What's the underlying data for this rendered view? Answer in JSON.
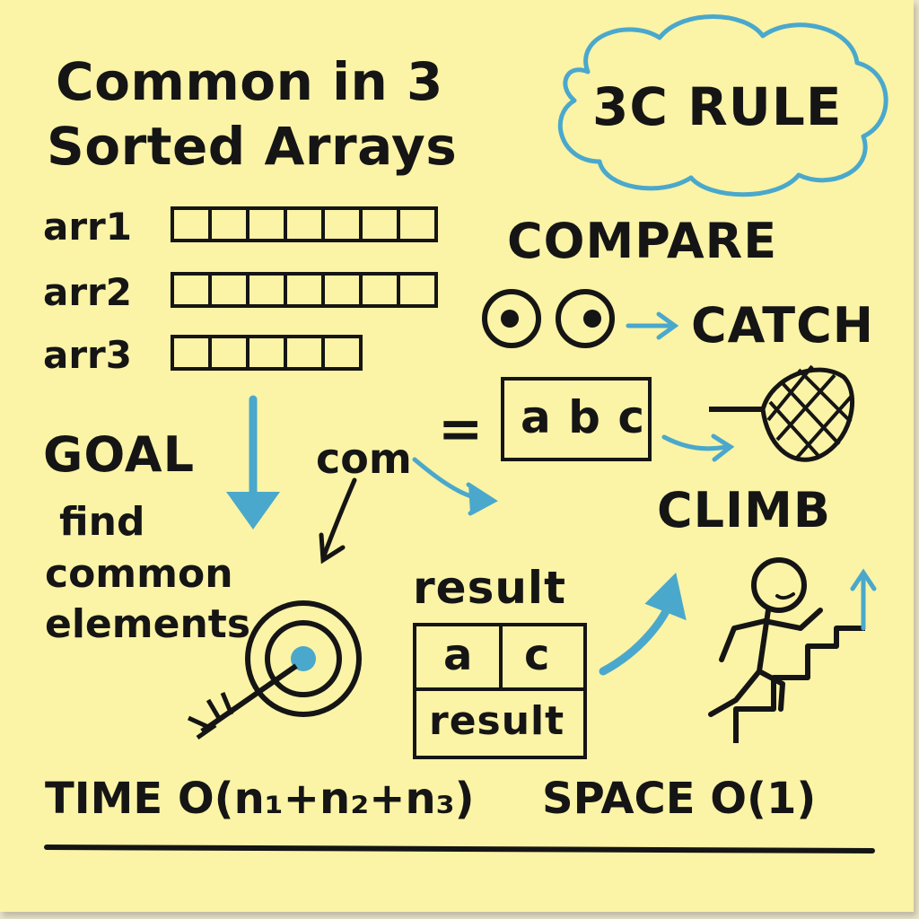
{
  "title": {
    "line1": "Common in 3",
    "line2": "Sorted Arrays"
  },
  "badge": {
    "text": "3C RULE"
  },
  "arrays": [
    {
      "label": "arr1",
      "cells": 7
    },
    {
      "label": "arr2",
      "cells": 7
    },
    {
      "label": "arr3",
      "cells": 5
    }
  ],
  "goal": {
    "heading": "GOAL",
    "line1": "find",
    "line2": "common",
    "line3": "elements"
  },
  "com_label": "com",
  "equals": "=",
  "abc_box": "a b c",
  "steps": {
    "compare": "COMPARE",
    "catch": "CATCH",
    "climb": "CLIMB"
  },
  "result": {
    "title": "result",
    "cell1": "a",
    "cell2": "c",
    "footer": "result"
  },
  "complexity": {
    "time": "TIME O(n₁+n₂+n₃)",
    "space": "SPACE O(1)"
  },
  "colors": {
    "paper": "#fbf3a6",
    "ink": "#151515",
    "accent": "#4aa8cc"
  },
  "icons": [
    "cloud-icon",
    "eyes-icon",
    "net-icon",
    "target-icon",
    "arrow-icon",
    "stick-figure-icon",
    "stairs-icon"
  ]
}
